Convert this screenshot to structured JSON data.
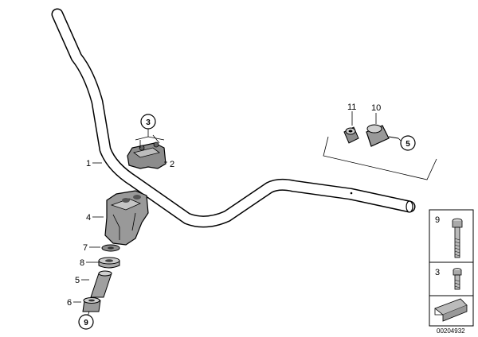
{
  "callouts": {
    "handlebar": "1",
    "clamp_top": "2",
    "riser": "4",
    "washer_upper": "7",
    "bushing": "5",
    "sleeve": "6",
    "bar_end_weight": "10",
    "bar_end_screw": "11"
  },
  "refs": {
    "clamp_screws_top": "3",
    "riser_screw_bottom": "9",
    "damper_lower": "8",
    "bar_end_ref": "5"
  },
  "legend": {
    "item_9": "9",
    "item_3": "3"
  },
  "drawing_number": "00204932"
}
